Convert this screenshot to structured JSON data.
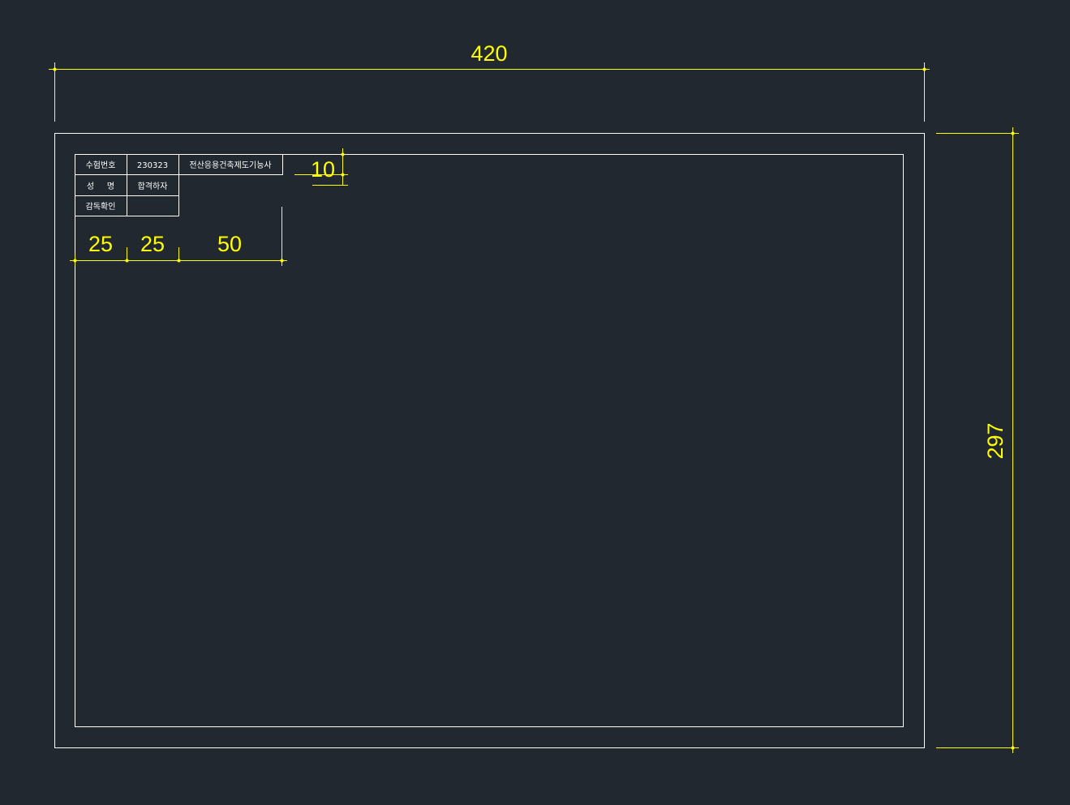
{
  "dimensions": {
    "width": "420",
    "height": "297",
    "margin": "10",
    "col1": "25",
    "col2": "25",
    "col3": "50"
  },
  "title_block": {
    "row1": {
      "label": "수험번호",
      "value": "230323",
      "title": "전산응용건축제도기능사"
    },
    "row2": {
      "label": "성     명",
      "value": "합격하자"
    },
    "row3": {
      "label": "감독확인",
      "value": ""
    }
  },
  "colors": {
    "background": "#212830",
    "drawing_lines": "#ffffff",
    "dimensions": "#ffff00"
  }
}
